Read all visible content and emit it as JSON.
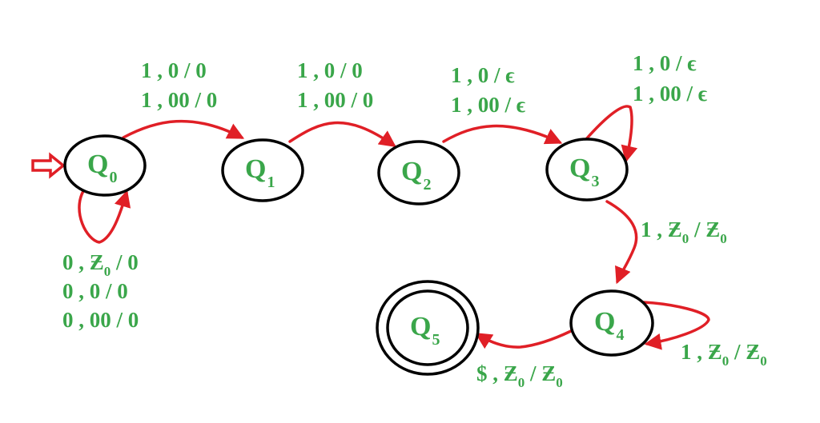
{
  "colors": {
    "text": "#3aa64a",
    "arrow": "#e01f26",
    "outline": "#000000"
  },
  "states": [
    {
      "id": "q0",
      "name": "Q",
      "sub": "0",
      "start": true,
      "accepting": false
    },
    {
      "id": "q1",
      "name": "Q",
      "sub": "1",
      "start": false,
      "accepting": false
    },
    {
      "id": "q2",
      "name": "Q",
      "sub": "2",
      "start": false,
      "accepting": false
    },
    {
      "id": "q3",
      "name": "Q",
      "sub": "3",
      "start": false,
      "accepting": false
    },
    {
      "id": "q4",
      "name": "Q",
      "sub": "4",
      "start": false,
      "accepting": false
    },
    {
      "id": "q5",
      "name": "Q",
      "sub": "5",
      "start": false,
      "accepting": true
    }
  ],
  "transitions": [
    {
      "id": "t00",
      "from": "q0",
      "to": "q0",
      "labels": [
        [
          {
            "t": "0 , Ƶ"
          },
          {
            "t": "0",
            "sub": true
          },
          {
            "t": " / 0"
          }
        ],
        [
          {
            "t": "0 , 0 / 0"
          }
        ],
        [
          {
            "t": "0 , 00 / 0"
          }
        ]
      ]
    },
    {
      "id": "t01",
      "from": "q0",
      "to": "q1",
      "labels": [
        [
          {
            "t": "1 , 0 / 0"
          }
        ],
        [
          {
            "t": "1 , 00 / 0"
          }
        ]
      ]
    },
    {
      "id": "t12",
      "from": "q1",
      "to": "q2",
      "labels": [
        [
          {
            "t": "1 , 0 / 0"
          }
        ],
        [
          {
            "t": "1 , 00 / 0"
          }
        ]
      ]
    },
    {
      "id": "t23",
      "from": "q2",
      "to": "q3",
      "labels": [
        [
          {
            "t": "1 , 0 / ϵ"
          }
        ],
        [
          {
            "t": "1 , 00 / ϵ"
          }
        ]
      ]
    },
    {
      "id": "t33",
      "from": "q3",
      "to": "q3",
      "labels": [
        [
          {
            "t": "1 , 0 / ϵ"
          }
        ],
        [
          {
            "t": "1 , 00 / ϵ"
          }
        ]
      ]
    },
    {
      "id": "t34",
      "from": "q3",
      "to": "q4",
      "labels": [
        [
          {
            "t": "1 , Ƶ"
          },
          {
            "t": "0",
            "sub": true
          },
          {
            "t": " / Ƶ"
          },
          {
            "t": "0",
            "sub": true
          }
        ]
      ]
    },
    {
      "id": "t44",
      "from": "q4",
      "to": "q4",
      "labels": [
        [
          {
            "t": "1 , Ƶ"
          },
          {
            "t": "0",
            "sub": true
          },
          {
            "t": " / Ƶ"
          },
          {
            "t": "0",
            "sub": true
          }
        ]
      ]
    },
    {
      "id": "t45",
      "from": "q4",
      "to": "q5",
      "labels": [
        [
          {
            "t": "$ , Ƶ"
          },
          {
            "t": "0",
            "sub": true
          },
          {
            "t": " / Ƶ"
          },
          {
            "t": "0",
            "sub": true
          }
        ]
      ]
    }
  ]
}
